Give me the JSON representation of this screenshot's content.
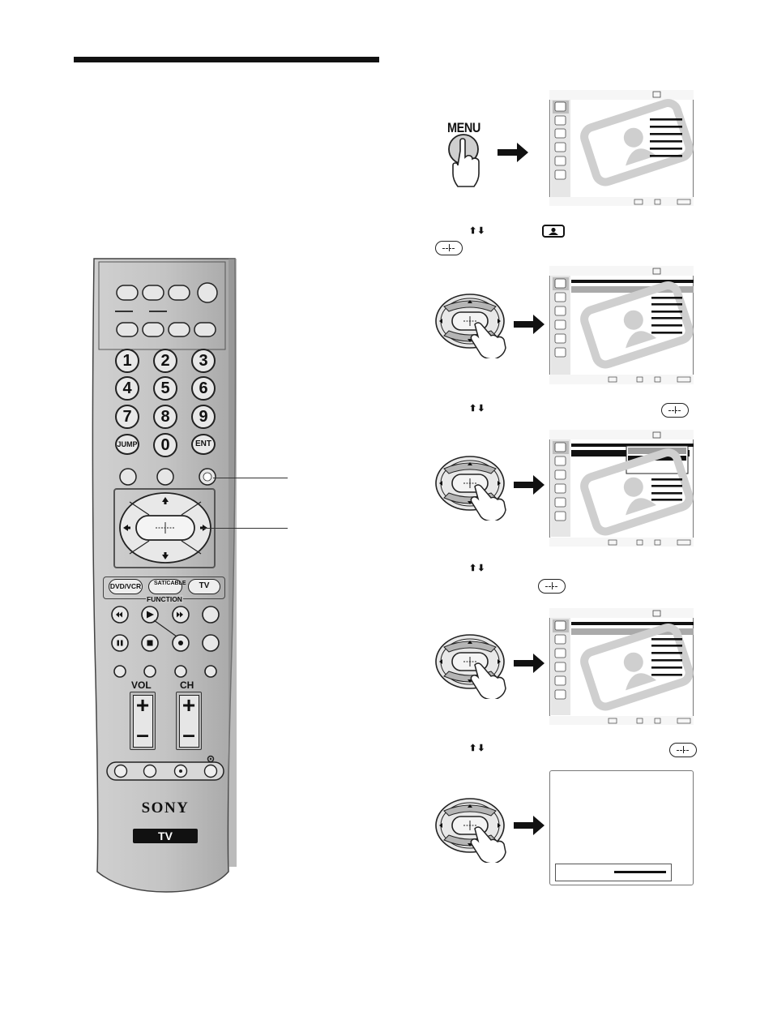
{
  "steps": {
    "step1_button": "MENU",
    "step2_arrows": "⬆⬇",
    "step3_arrows": "⬆⬇",
    "step4_arrows": "⬆⬇",
    "step5_arrows": "⬆⬇"
  },
  "remote": {
    "numbers": [
      "1",
      "2",
      "3",
      "4",
      "5",
      "6",
      "7",
      "8",
      "9",
      "JUMP",
      "0",
      "ENT"
    ],
    "function_buttons": [
      "DVD/VCR",
      "SAT/CABLE",
      "TV"
    ],
    "function_label": "FUNCTION",
    "vol_label": "VOL",
    "ch_label": "CH",
    "plus": "+",
    "minus": "–",
    "brand": "SONY",
    "badge": "TV"
  }
}
